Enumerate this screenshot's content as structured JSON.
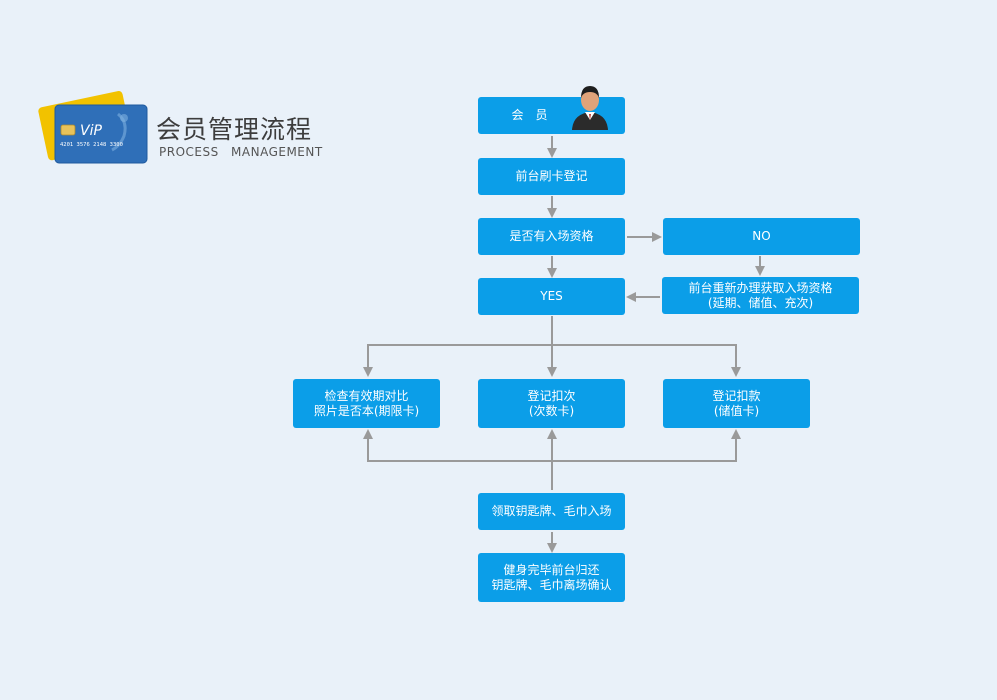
{
  "header": {
    "title": "会员管理流程",
    "subtitle": "PROCESS MANAGEMENT",
    "card_text": "ViP",
    "card_number": "4201 3576 2148 3300"
  },
  "flow": {
    "member": "会　员",
    "swipe": "前台刷卡登记",
    "qualify": "是否有入场资格",
    "no": "NO",
    "renew_line1": "前台重新办理获取入场资格",
    "renew_line2": "(延期、储值、充次)",
    "yes": "YES",
    "check_line1": "检查有效期对比",
    "check_line2": "照片是否本(期限卡)",
    "count_line1": "登记扣次",
    "count_line2": "(次数卡)",
    "charge_line1": "登记扣款",
    "charge_line2": "(储值卡)",
    "key": "领取钥匙牌、毛巾入场",
    "return_line1": "健身完毕前台归还",
    "return_line2": "钥匙牌、毛巾离场确认"
  },
  "colors": {
    "background": "#e9f1f9",
    "box": "#0b9ee8",
    "arrow": "#9a9a9a"
  }
}
